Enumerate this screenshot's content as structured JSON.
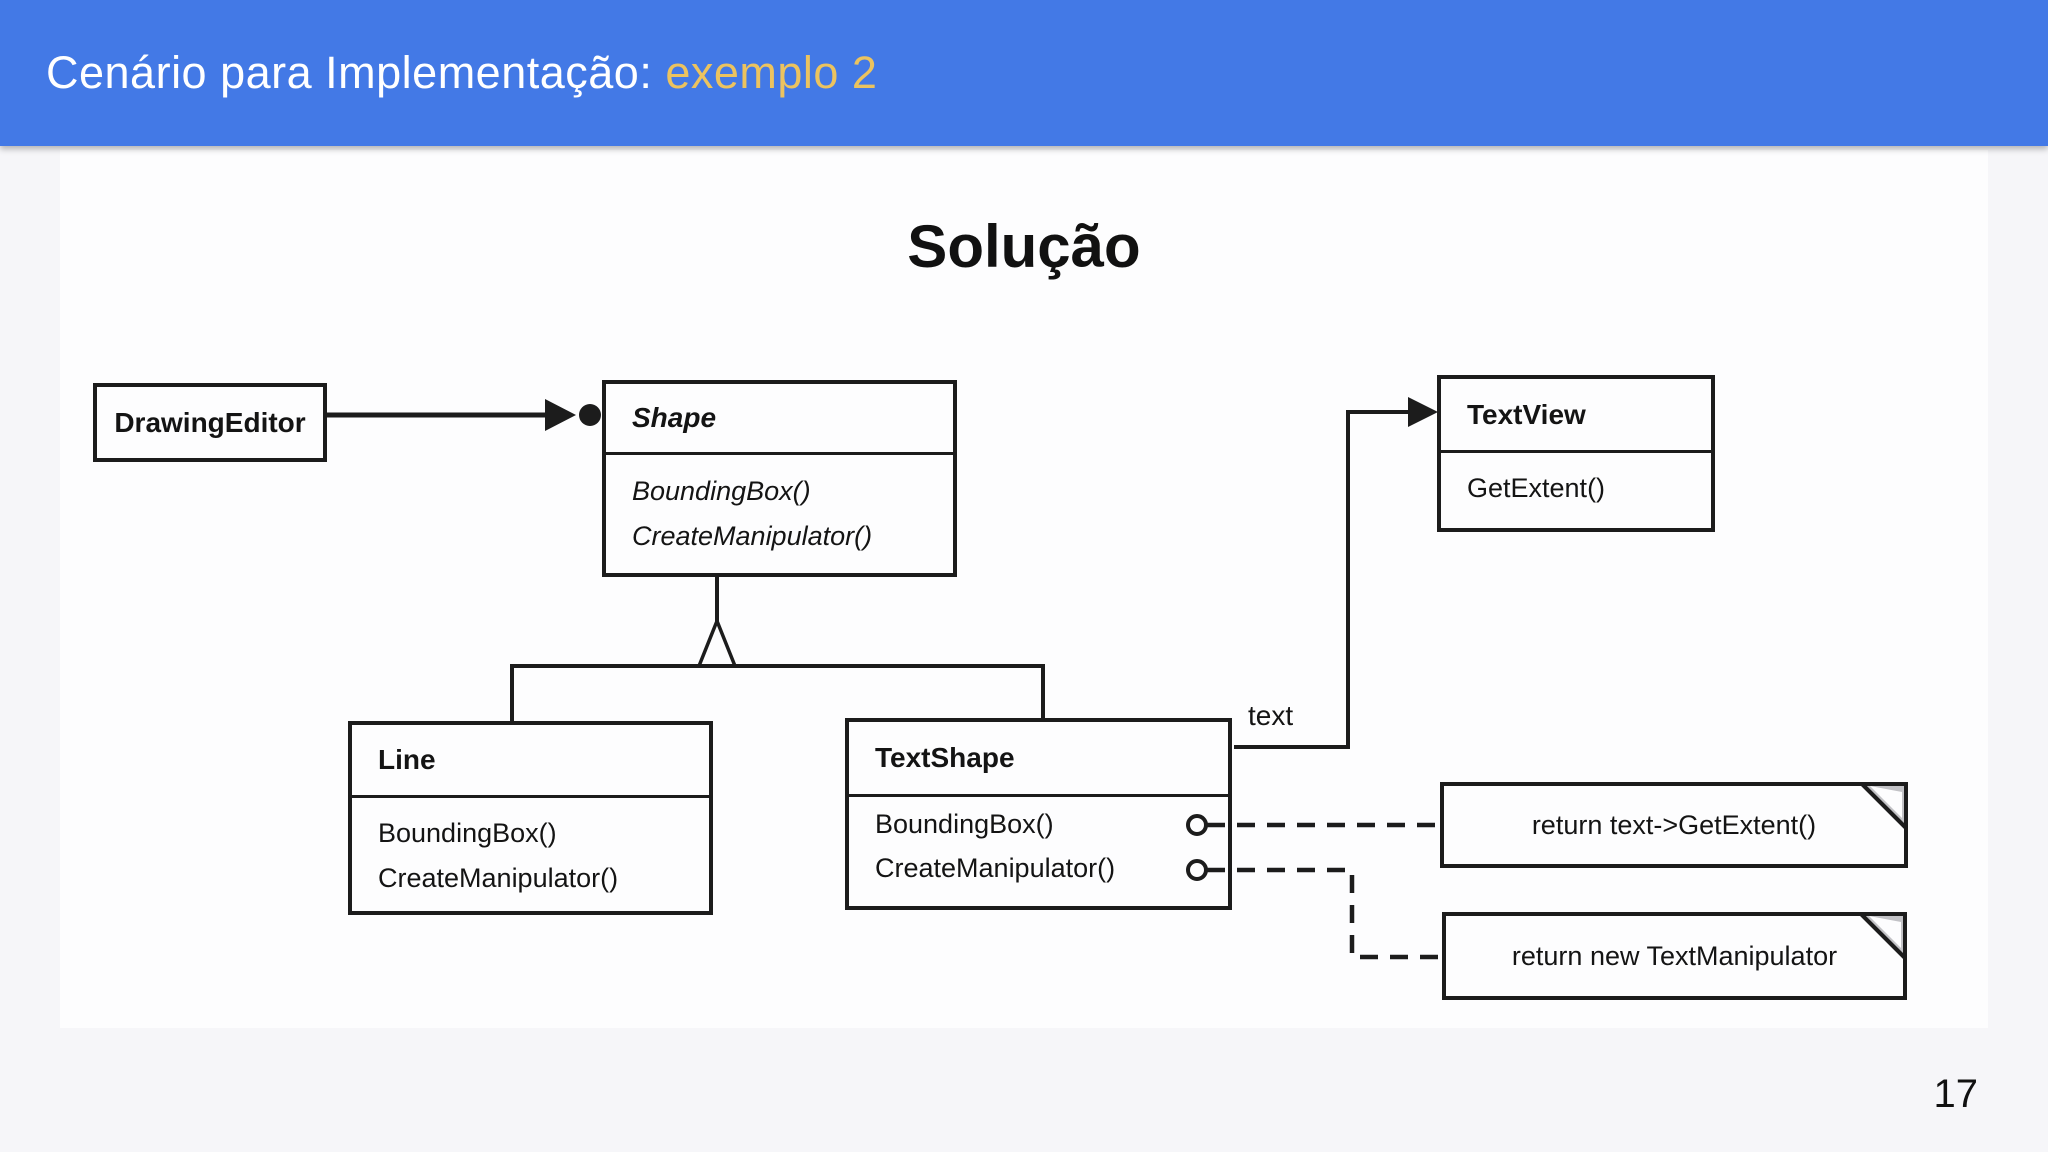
{
  "colors": {
    "header_bg": "#4379e6",
    "header_text": "#ffffff",
    "header_highlight": "#ecc35f",
    "slide_bg": "#f6f6f9",
    "diagram_bg": "#fdfdfe",
    "ink": "#1c1c1c"
  },
  "header": {
    "title_prefix": "Cenário para Implementação: ",
    "title_highlight": "exemplo 2"
  },
  "slide": {
    "title": "Solução",
    "page_number": "17"
  },
  "diagram": {
    "classes": {
      "drawing_editor": {
        "name": "DrawingEditor",
        "methods": []
      },
      "shape": {
        "name": "Shape",
        "methods": [
          "BoundingBox()",
          "CreateManipulator()"
        ]
      },
      "text_view": {
        "name": "TextView",
        "methods": [
          "GetExtent()"
        ]
      },
      "line": {
        "name": "Line",
        "methods": [
          "BoundingBox()",
          "CreateManipulator()"
        ]
      },
      "text_shape": {
        "name": "TextShape",
        "methods": [
          "BoundingBox()",
          "CreateManipulator()"
        ]
      }
    },
    "labels": {
      "text_association": "text"
    },
    "notes": [
      {
        "text": "return text->GetExtent()"
      },
      {
        "text": "return new TextManipulator"
      }
    ]
  }
}
